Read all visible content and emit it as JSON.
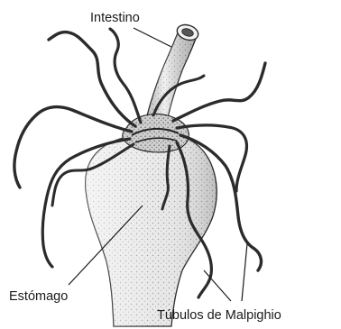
{
  "figure": {
    "labels": {
      "intestine": "Intestino",
      "stomach": "Estómago",
      "tubules": "Túbulos de Malpighio"
    }
  }
}
